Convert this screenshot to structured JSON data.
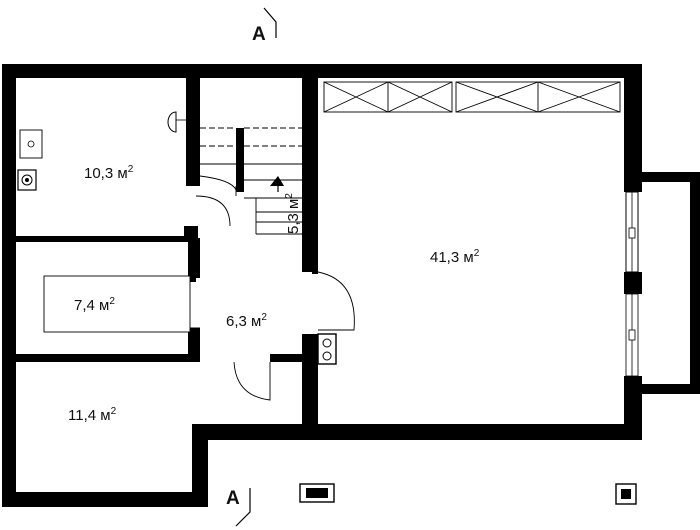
{
  "colors": {
    "wall": "#000000",
    "fixture": "#444444",
    "background": "#ffffff"
  },
  "section_marks": {
    "top": "A",
    "bottom": "A"
  },
  "rooms": [
    {
      "id": "room-upper-left",
      "area": "10,3 м",
      "unit_power": "2"
    },
    {
      "id": "room-middle-left",
      "area": "7,4 м",
      "unit_power": "2"
    },
    {
      "id": "room-lower-left",
      "area": "11,4 м",
      "unit_power": "2"
    },
    {
      "id": "hall",
      "area": "6,3 м",
      "unit_power": "2"
    },
    {
      "id": "stair",
      "area": "5,3 м",
      "unit_power": "2"
    },
    {
      "id": "main-room",
      "area": "41,3 м",
      "unit_power": "2"
    }
  ]
}
